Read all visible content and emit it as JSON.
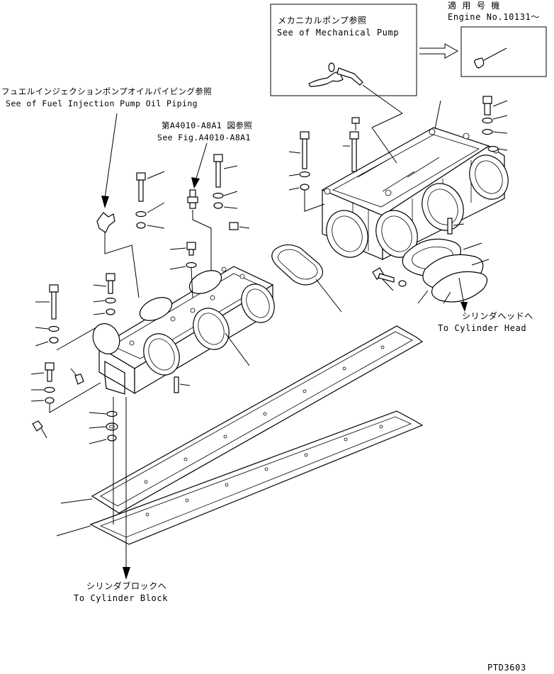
{
  "labels": {
    "mech_pump_jp": "メカニカルポンプ参照",
    "mech_pump_en": "See of Mechanical Pump",
    "applicable_jp": "適 用 号 機",
    "engine_no": "Engine No.10131～",
    "fuel_pipe_jp": "フュエルインジェクションポンプオイルパイピング参照",
    "fuel_pipe_en": "See of Fuel Injection Pump Oil Piping",
    "fig_ref_jp": "第A4010-A8A1 図参照",
    "fig_ref_en": "See Fig.A4010-A8A1",
    "cyl_head_jp": "シリンダヘッドへ",
    "cyl_head_en": "To Cylinder Head",
    "cyl_block_jp": "シリンダブロックへ",
    "cyl_block_en": "To Cylinder Block",
    "drawing_id": "PTD3603"
  }
}
